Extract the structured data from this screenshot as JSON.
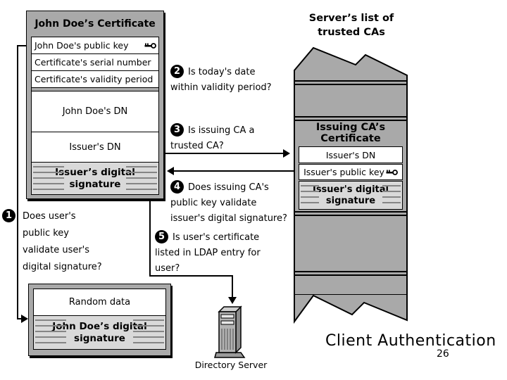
{
  "slide": {
    "title": "Client Authentication",
    "page_number": "26"
  },
  "user_certificate": {
    "title": "John Doe’s Certificate",
    "public_key_row": "John Doe's public key",
    "serial_row": "Certificate's serial number",
    "validity_row": "Certificate's validity period",
    "subject_dn_row": "John Doe's DN",
    "issuer_dn_row": "Issuer's DN",
    "signature_row": "Issuer’s digital\nsignature"
  },
  "signed_random_box": {
    "random_data": "Random data",
    "signature": "John Doe’s digital\nsignature"
  },
  "trusted_ca_list": {
    "title": "Server’s list of\ntrusted CAs"
  },
  "issuing_ca_certificate": {
    "title": "Issuing CA’s\nCertificate",
    "issuer_dn_row": "Issuer's DN",
    "public_key_row": "Issuer's public key",
    "signature_row": "Issuer's digital\nsignature"
  },
  "directory_server": {
    "label": "Directory Server"
  },
  "steps": [
    {
      "num": "1",
      "text": "Does user's\npublic key\nvalidate user's\ndigital signature?"
    },
    {
      "num": "2",
      "text": "Is today's date\nwithin validity period?"
    },
    {
      "num": "3",
      "text": "Is issuing CA a\ntrusted CA?"
    },
    {
      "num": "4",
      "text": "Does issuing CA's\npublic key validate\nissuer's digital signature?"
    },
    {
      "num": "5",
      "text": "Is user's certificate\nlisted in LDAP entry for\nuser?"
    }
  ],
  "icons": {
    "key": "key-icon",
    "server": "directory-server-icon"
  },
  "colors": {
    "background": "#ffffff",
    "panel_gray": "#a9a9a9",
    "signature_band_gray": "#d9d9d9",
    "dash_gray": "#858585",
    "line_black": "#000000"
  }
}
